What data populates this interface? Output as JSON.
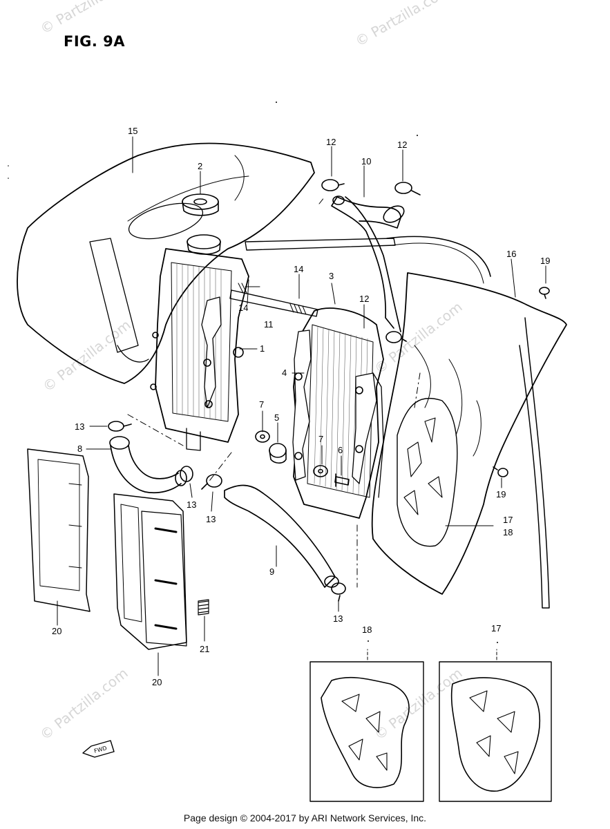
{
  "figure": {
    "title": "FIG. 9A",
    "footer": "Page design © 2004-2017 by ARI Network Services, Inc.",
    "watermark": "© Partzilla.com",
    "fwd_mark": "FWD"
  },
  "callouts": [
    "1",
    "2",
    "3",
    "4",
    "5",
    "6",
    "7",
    "7",
    "8",
    "9",
    "10",
    "11",
    "12",
    "12",
    "12",
    "13",
    "13",
    "13",
    "13",
    "14",
    "14",
    "15",
    "16",
    "17",
    "18",
    "17",
    "18",
    "19",
    "19",
    "20",
    "20",
    "21"
  ],
  "icons": [
    "radiator-cap-icon",
    "hose-clamp-icon",
    "radiator-core-icon",
    "fuel-tank-shroud-icon",
    "bolt-icon",
    "spring-icon"
  ]
}
